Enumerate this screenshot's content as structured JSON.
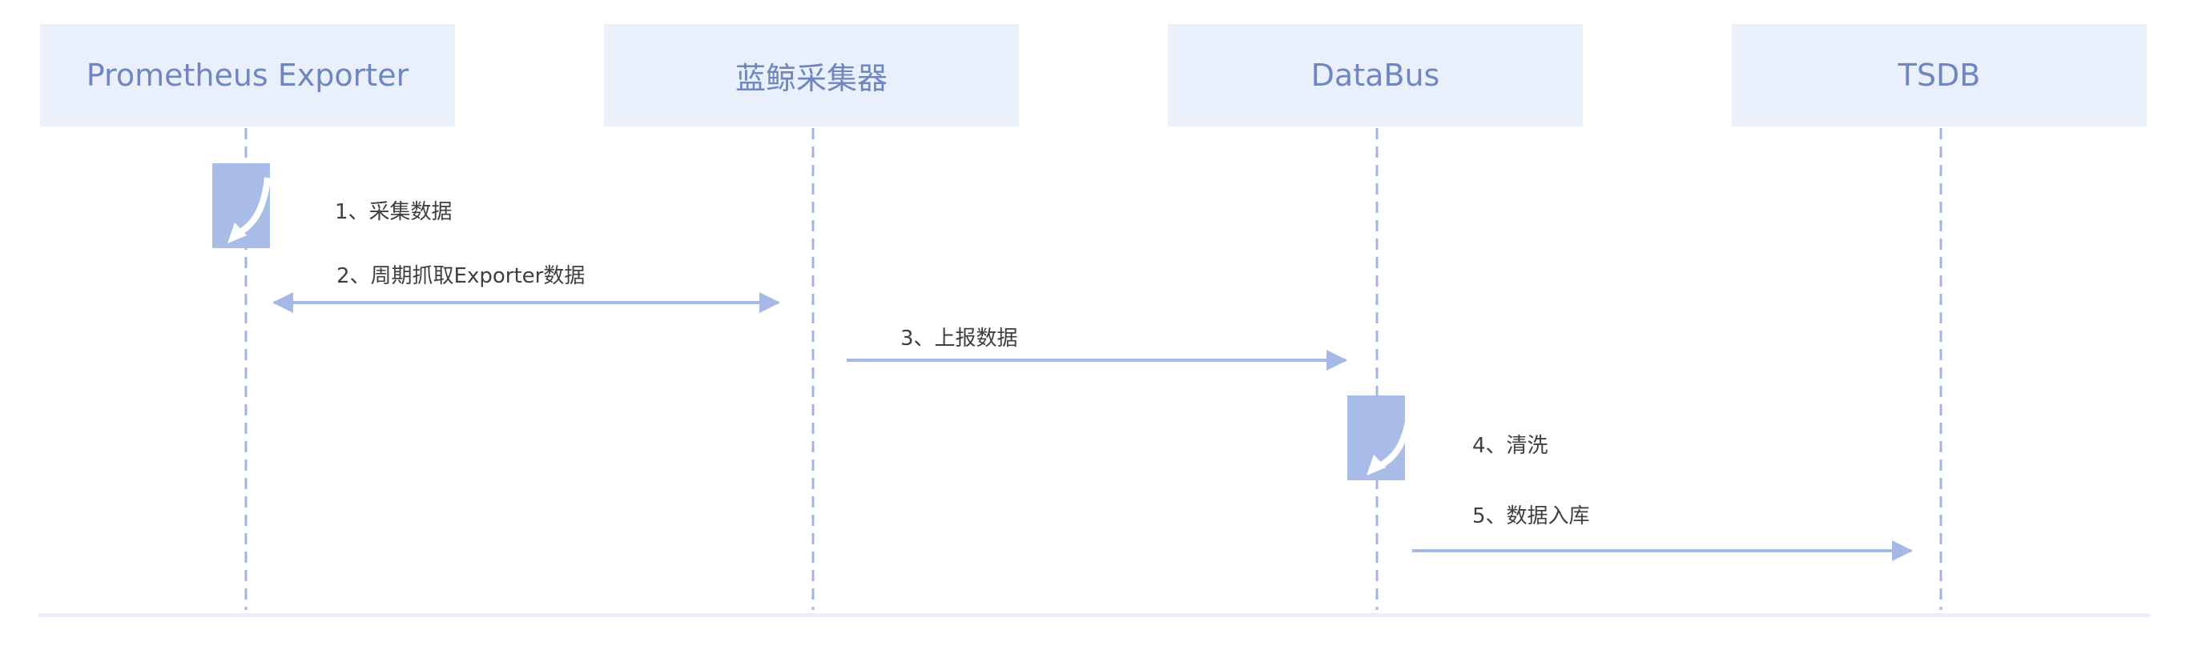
{
  "participants": [
    {
      "id": "exporter",
      "label": "Prometheus Exporter"
    },
    {
      "id": "collector",
      "label": "蓝鲸采集器"
    },
    {
      "id": "databus",
      "label": "DataBus"
    },
    {
      "id": "tsdb",
      "label": "TSDB"
    }
  ],
  "messages": [
    {
      "step": 1,
      "label": "1、采集数据",
      "type": "self",
      "from": "exporter",
      "to": "exporter"
    },
    {
      "step": 2,
      "label": "2、周期抓取Exporter数据",
      "type": "bidirectional",
      "from": "exporter",
      "to": "collector"
    },
    {
      "step": 3,
      "label": "3、上报数据",
      "type": "arrow",
      "from": "collector",
      "to": "databus"
    },
    {
      "step": 4,
      "label": "4、清洗",
      "type": "self",
      "from": "databus",
      "to": "databus"
    },
    {
      "step": 5,
      "label": "5、数据入库",
      "type": "arrow",
      "from": "databus",
      "to": "tsdb"
    }
  ],
  "colors": {
    "header_bg": "#e9f0fb",
    "header_text": "#6f86bf",
    "line": "#9fb5e4",
    "arrow": "#a6b9e6",
    "self_box": "#a9bce7",
    "label_text": "#3f3f3f"
  }
}
